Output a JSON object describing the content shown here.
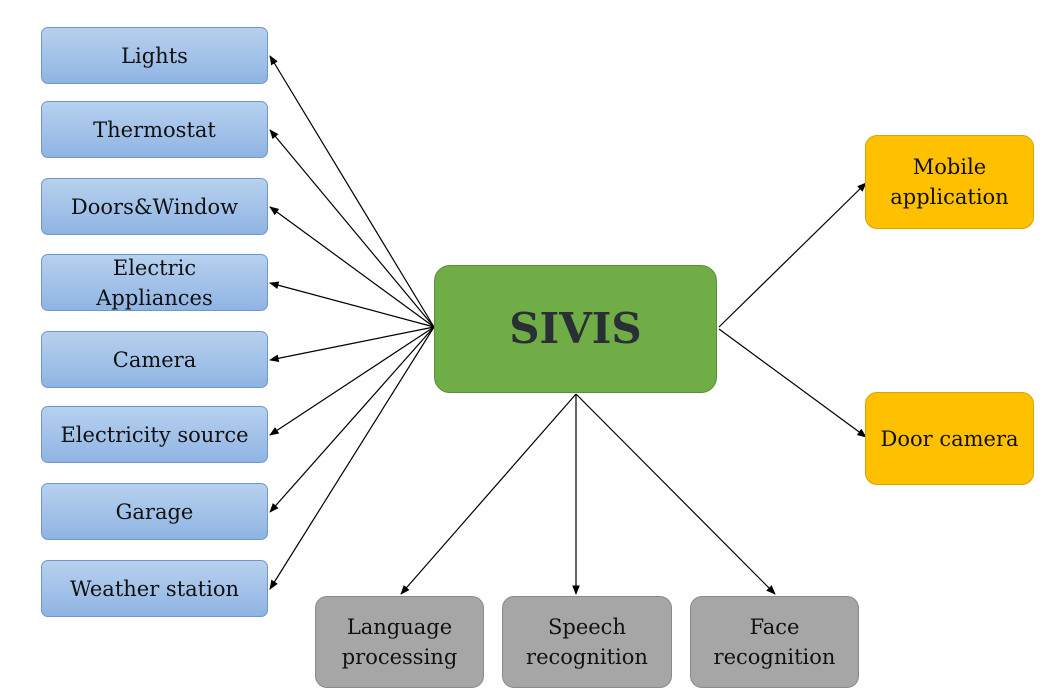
{
  "center": {
    "label": "SIVIS"
  },
  "devices": [
    {
      "id": "lights",
      "lines": [
        "Lights"
      ]
    },
    {
      "id": "thermostat",
      "lines": [
        "Thermostat"
      ]
    },
    {
      "id": "doors-window",
      "lines": [
        "Doors&Window"
      ]
    },
    {
      "id": "electric-appliances",
      "lines": [
        "Electric",
        "Appliances"
      ]
    },
    {
      "id": "camera",
      "lines": [
        "Camera"
      ]
    },
    {
      "id": "electricity-source",
      "lines": [
        "Electricity source"
      ]
    },
    {
      "id": "garage",
      "lines": [
        "Garage"
      ]
    },
    {
      "id": "weather-station",
      "lines": [
        "Weather station"
      ]
    }
  ],
  "outputs": [
    {
      "id": "mobile-application",
      "lines": [
        "Mobile",
        "application"
      ]
    },
    {
      "id": "door-camera",
      "lines": [
        "Door camera"
      ]
    }
  ],
  "modules": [
    {
      "id": "language-processing",
      "lines": [
        "Language",
        "processing"
      ]
    },
    {
      "id": "speech-recognition",
      "lines": [
        "Speech",
        "recognition"
      ]
    },
    {
      "id": "face-recognition",
      "lines": [
        "Face",
        "recognition"
      ]
    }
  ],
  "colors": {
    "device_fill": "#9dbfe8",
    "center_fill": "#70ad47",
    "output_fill": "#ffc000",
    "module_fill": "#a6a6a6"
  }
}
